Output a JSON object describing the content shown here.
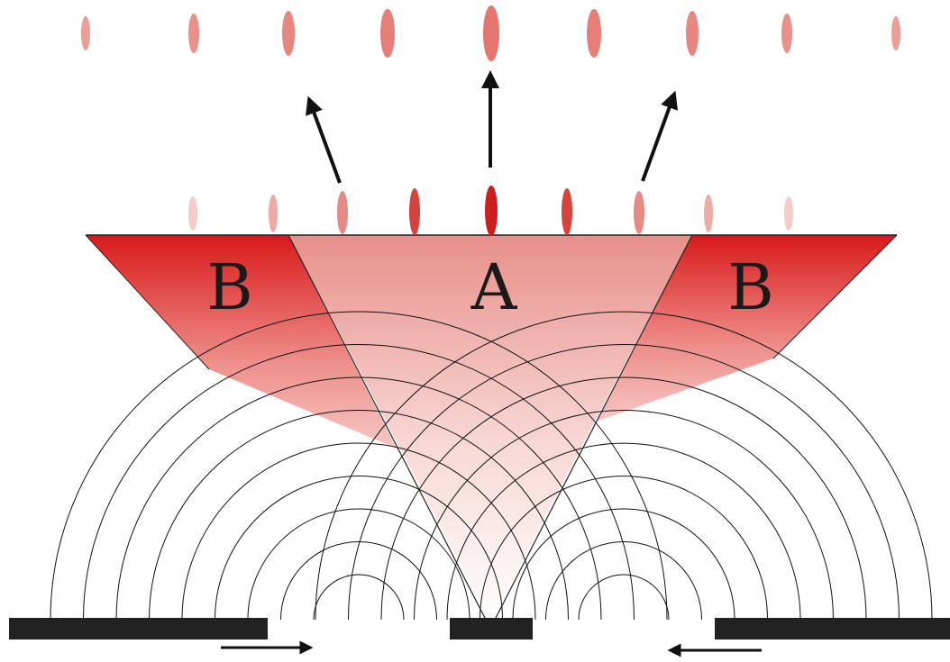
{
  "diagram": {
    "labels": {
      "region_center": "A",
      "region_left": "B",
      "region_right": "B"
    },
    "colors": {
      "region_a_top": "#e8908a",
      "region_a_bottom": "#ffffff",
      "region_b_top": "#d81a1a",
      "region_b_bottom": "#f6c8c5",
      "wave_line": "#111111",
      "slit_bar": "#222222",
      "arrow": "#111111",
      "fringe_strong": "#d42020",
      "fringe_faint": "#f3c9c6"
    },
    "icons": {
      "arrow": "arrow-icon",
      "fringe": "fringe-spot-icon"
    }
  }
}
